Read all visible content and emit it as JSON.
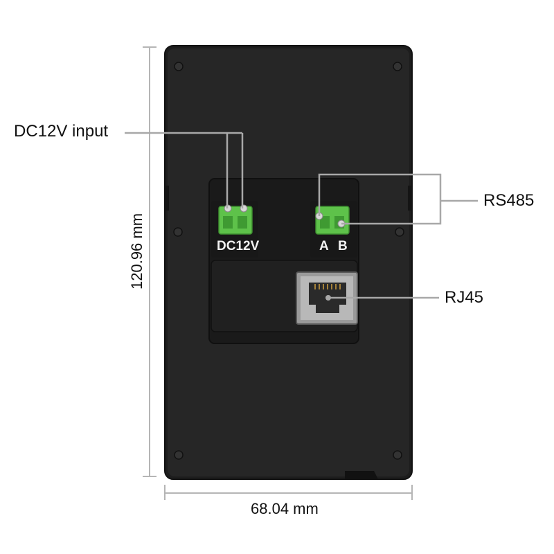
{
  "callouts": {
    "dc_input": "DC12V input",
    "rs485": "RS485",
    "rj45": "RJ45"
  },
  "port_labels": {
    "dc": "DC12V",
    "a": "A",
    "b": "B"
  },
  "dimensions": {
    "height": "120.96 mm",
    "width": "68.04 mm"
  },
  "colors": {
    "device_body": "#222222",
    "terminal_green": "#5ec24a",
    "leader_line": "#a8a8a8"
  }
}
